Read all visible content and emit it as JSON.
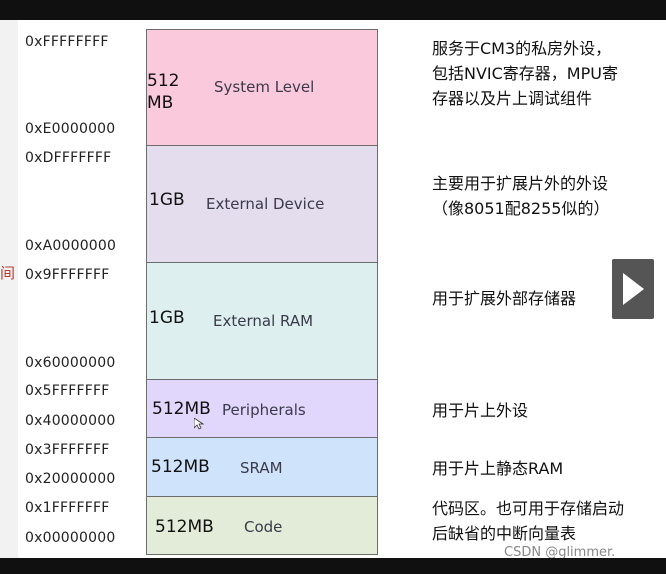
{
  "side_glyph": "间",
  "addresses": [
    "0xFFFFFFFF",
    "0xE0000000",
    "0xDFFFFFFF",
    "0xA0000000",
    "0x9FFFFFFF",
    "0x60000000",
    "0x5FFFFFFF",
    "0x40000000",
    "0x3FFFFFFF",
    "0x20000000",
    "0x1FFFFFFF",
    "0x00000000"
  ],
  "regions": [
    {
      "size": "512\nMB",
      "name": "System Level",
      "color": "#fac9dc"
    },
    {
      "size": "1GB",
      "name": "External Device",
      "color": "#e3ddee"
    },
    {
      "size": "1GB",
      "name": "External RAM",
      "color": "#ddefef"
    },
    {
      "size": "512MB",
      "name": "Peripherals",
      "color": "#e1d6fb"
    },
    {
      "size": "512MB",
      "name": "SRAM",
      "color": "#cfe3fb"
    },
    {
      "size": "512MB",
      "name": "Code",
      "color": "#e2ecd8"
    }
  ],
  "descriptions": [
    "服务于CM3的私房外设，\n包括NVIC寄存器，MPU寄\n存器以及片上调试组件",
    "主要用于扩展片外的外设\n（像8051配8255似的）",
    "用于扩展外部存储器",
    "用于片上外设",
    "用于片上静态RAM",
    "代码区。也可用于存储启动\n后缺省的中断向量表"
  ],
  "watermark": "CSDN @glimmer.",
  "icons": {
    "play": "play-icon",
    "cursor": "cursor-icon"
  }
}
